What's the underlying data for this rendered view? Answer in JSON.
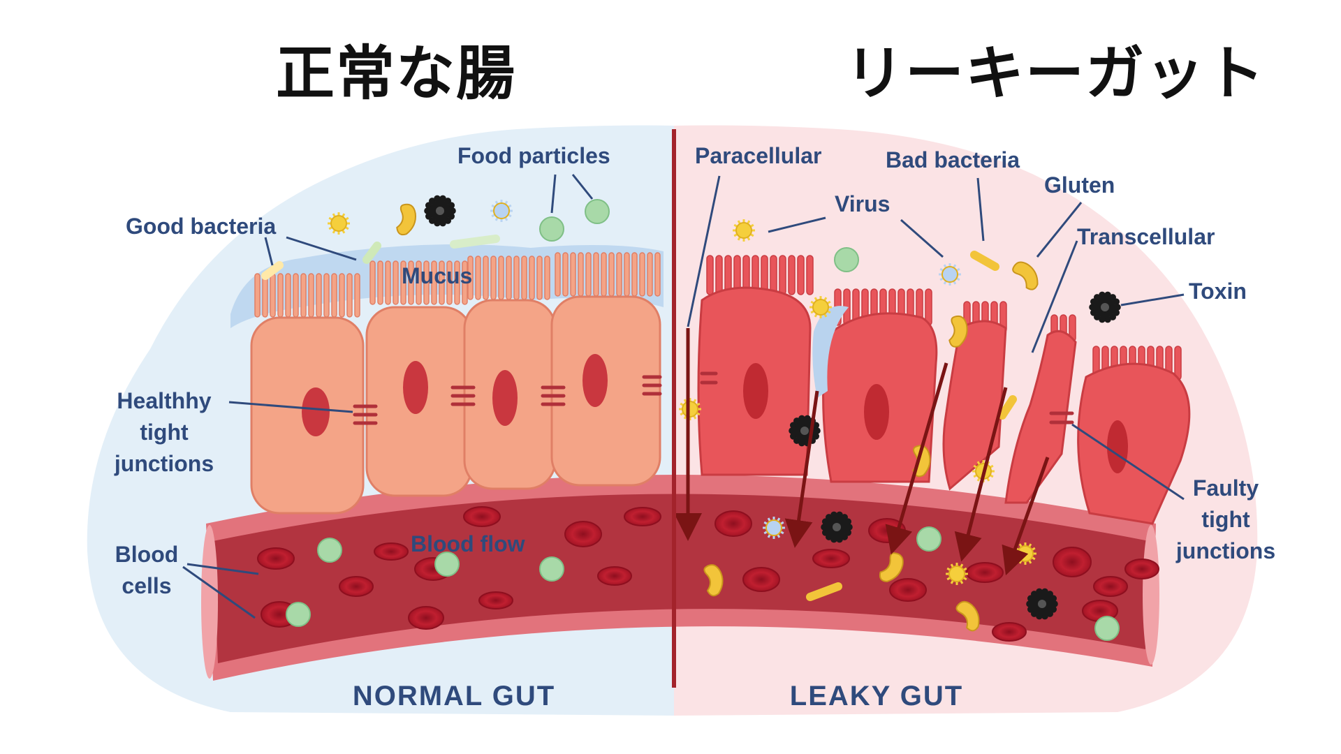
{
  "titles": {
    "left": "正常な腸",
    "right": "リーキーガット"
  },
  "sections": {
    "normal": "NORMAL  GUT",
    "leaky": "LEAKY  GUT"
  },
  "labels": {
    "food_particles": "Food particles",
    "good_bacteria": "Good bacteria",
    "mucus": "Mucus",
    "healthy_tj": [
      "Healthhy",
      "tight",
      "junctions"
    ],
    "blood_cells": [
      "Blood",
      "cells"
    ],
    "blood_flow": "Blood flow",
    "paracellular": "Paracellular",
    "bad_bacteria": "Bad bacteria",
    "virus": "Virus",
    "gluten": "Gluten",
    "transcellular": "Transcellular",
    "toxin": "Toxin",
    "faulty_tj": [
      "Faulty",
      "tight",
      "junctions"
    ]
  },
  "colors": {
    "normal_bg": "#e3eff8",
    "leaky_bg": "#fbe3e5",
    "normal_cell": "#f4a487",
    "leaky_cell": "#e8555a",
    "vessel_wall": "#e2737c",
    "vessel_lumen": "#b23440",
    "rbc": "#b2182b",
    "divider": "#a3232b",
    "label": "#2f4a7c"
  },
  "icons": [
    "virus-icon",
    "toxin-icon",
    "gluten-icon",
    "bacteria-icon",
    "food-particle-icon",
    "red-blood-cell-icon"
  ]
}
